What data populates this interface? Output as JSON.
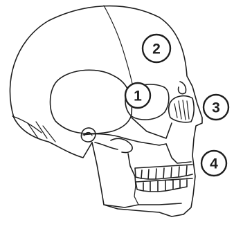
{
  "colors": {
    "line": "#1e1e1e",
    "background": "#ffffff"
  },
  "labels": [
    {
      "id": "1",
      "text": "1"
    },
    {
      "id": "2",
      "text": "2"
    },
    {
      "id": "3",
      "text": "3"
    },
    {
      "id": "4",
      "text": "4"
    }
  ]
}
